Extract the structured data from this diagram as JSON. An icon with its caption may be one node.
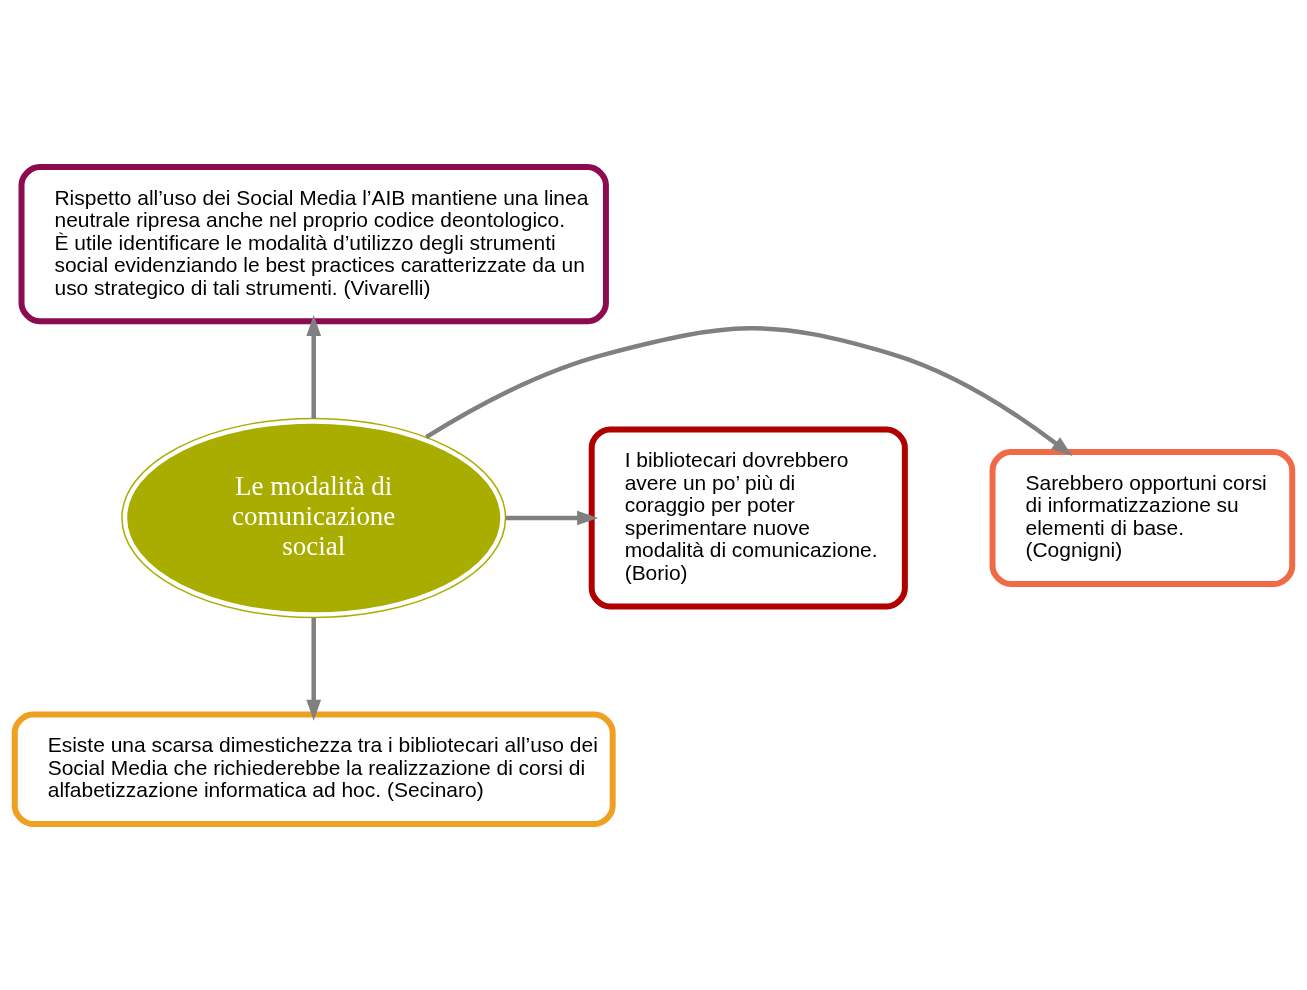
{
  "diagram": {
    "nodes": [
      {
        "text": [
          "Rispetto all’uso dei Social Media l’AIB mantiene una linea neutrale ripresa anche nel proprio codice deontologico.",
          "È utile identificare le modalità d’utilizzo degli strumenti social evidenziando le best practices caratterizzate da un uso strategico di tali strumenti. (Vivarelli)"
        ]
      },
      {
        "text": [
          "Sarebbero opportuni corsi di informatizzazione su elementi di base. (Cognigni)"
        ]
      },
      {
        "text": [
          "Le modalità di comunicazione social"
        ]
      },
      {
        "text": [
          "I bibliotecari dovrebbero avere un po’ più di coraggio per poter sperimentare nuove modalità di comunicazione. (Borio)"
        ]
      },
      {
        "text": [
          "Esiste una scarsa dimestichezza tra i bibliotecari all’uso dei Social Media che richiederebbe la realizzazione di corsi di alfabetizzazione informatica ad hoc. (Secinaro)"
        ]
      }
    ],
    "edges": [
      {
        "from": 2,
        "to": 0,
        "arrow": "to"
      },
      {
        "from": 2,
        "to": 1,
        "arrow": "to"
      },
      {
        "from": 2,
        "to": 3,
        "arrow": "to"
      },
      {
        "from": 2,
        "to": 4,
        "arrow": "to"
      }
    ]
  }
}
